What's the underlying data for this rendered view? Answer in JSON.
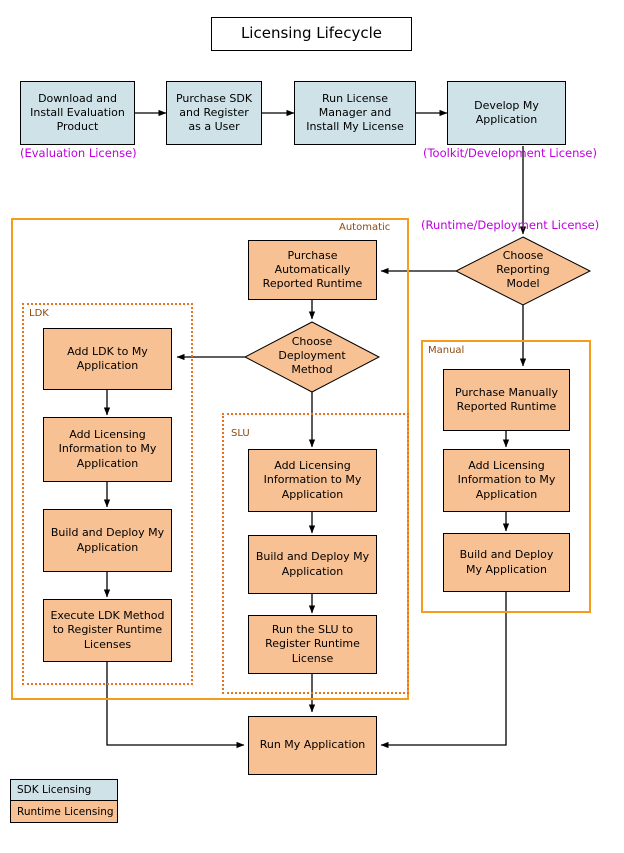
{
  "diagram": {
    "title": "Licensing Lifecycle",
    "accent_sdk_fill": "#cfe2e8",
    "accent_runtime_fill": "#f8c193",
    "accent_group_solid": "#f79c1a",
    "accent_group_dotted": "#e8731c",
    "accent_license_text": "#c000e0"
  },
  "sdk_flow": {
    "nodes": [
      {
        "id": "download-install",
        "label": "Download and Install Evaluation Product"
      },
      {
        "id": "purchase-sdk",
        "label": "Purchase SDK and Register as a User"
      },
      {
        "id": "run-license-manager",
        "label": "Run License Manager and Install My License"
      },
      {
        "id": "develop-app",
        "label": "Develop My Application"
      }
    ]
  },
  "license_captions": [
    {
      "id": "evaluation",
      "label": "(Evaluation License)"
    },
    {
      "id": "toolkit",
      "label": "(Toolkit/Development License)"
    },
    {
      "id": "runtime",
      "label": "(Runtime/Deployment License)"
    }
  ],
  "decisions": [
    {
      "id": "choose-reporting-model",
      "lines": [
        "Choose",
        "Reporting",
        "Model"
      ]
    },
    {
      "id": "choose-deployment-method",
      "lines": [
        "Choose",
        "Deployment",
        "Method"
      ]
    }
  ],
  "groups": [
    {
      "id": "automatic",
      "label": "Automatic",
      "style": "solid"
    },
    {
      "id": "manual",
      "label": "Manual",
      "style": "solid"
    },
    {
      "id": "ldk",
      "label": "LDK",
      "style": "dotted"
    },
    {
      "id": "slu",
      "label": "SLU",
      "style": "dotted"
    }
  ],
  "runtime_flow": {
    "automatic": [
      {
        "id": "purchase-auto-runtime",
        "label": "Purchase Automatically Reported Runtime"
      }
    ],
    "ldk": [
      {
        "id": "add-ldk",
        "label": "Add LDK to My Application"
      },
      {
        "id": "ldk-add-licensing-info",
        "label": "Add Licensing Information to My Application"
      },
      {
        "id": "ldk-build-deploy",
        "label": "Build and Deploy My Application"
      },
      {
        "id": "execute-ldk-method",
        "label": "Execute LDK Method to Register Runtime Licenses"
      }
    ],
    "slu": [
      {
        "id": "slu-add-licensing-info",
        "label": "Add Licensing Information to My Application"
      },
      {
        "id": "slu-build-deploy",
        "label": "Build and Deploy My Application"
      },
      {
        "id": "run-slu",
        "label": "Run the SLU to Register Runtime License"
      }
    ],
    "manual": [
      {
        "id": "purchase-manual-runtime",
        "label": "Purchase Manually Reported Runtime"
      },
      {
        "id": "manual-add-licensing-info",
        "label": "Add Licensing Information to My Application"
      },
      {
        "id": "manual-build-deploy",
        "label": "Build and Deploy My Application"
      }
    ],
    "final": {
      "id": "run-my-application",
      "label": "Run My Application"
    }
  },
  "legend": {
    "items": [
      {
        "id": "sdk-licensing",
        "label": "SDK Licensing",
        "color": "#cfe2e8"
      },
      {
        "id": "runtime-licensing",
        "label": "Runtime Licensing",
        "color": "#f8c193"
      }
    ]
  }
}
